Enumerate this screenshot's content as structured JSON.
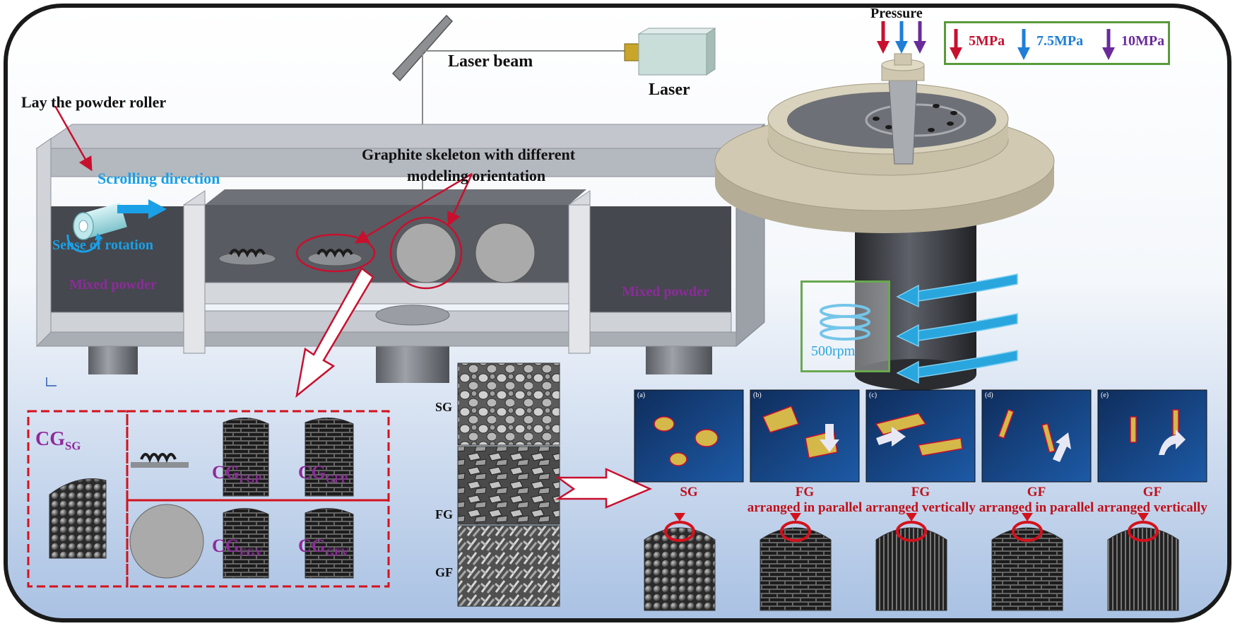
{
  "labels": {
    "laser_beam": "Laser beam",
    "laser": "Laser",
    "roller": "Lay the powder roller",
    "scroll": "Scrolling direction",
    "rotation": "Sense of rotation",
    "skeleton_line1": "Graphite skeleton with different",
    "skeleton_line2": "modeling orientation",
    "mixed_left": "Mixed powder",
    "mixed_right": "Mixed powder",
    "pressure": "Pressure",
    "rpm": "500rpm"
  },
  "pressure_legend": [
    {
      "value": "5MPa",
      "color": "#c8102e"
    },
    {
      "value": "7.5MPa",
      "color": "#1f7fd6"
    },
    {
      "value": "10MPa",
      "color": "#6a2b9a"
    }
  ],
  "cg_labels": {
    "sg": {
      "main": "CG",
      "sub": "SG"
    },
    "fgp": {
      "main": "CG",
      "sub": "FGP"
    },
    "gfp": {
      "main": "CG",
      "sub": "GFP"
    },
    "fgv": {
      "main": "CG",
      "sub": "FGV"
    },
    "gfv": {
      "main": "CG",
      "sub": "GFV"
    }
  },
  "sem_left_labels": [
    "SG",
    "FG",
    "GF"
  ],
  "sem_panels": [
    {
      "tag": "(a)",
      "line1": "SG",
      "line2": ""
    },
    {
      "tag": "(b)",
      "line1": "FG",
      "line2": "arranged in parallel"
    },
    {
      "tag": "(c)",
      "line1": "FG",
      "line2": "arranged vertically"
    },
    {
      "tag": "(d)",
      "line1": "GF",
      "line2": "arranged in parallel"
    },
    {
      "tag": "(e)",
      "line1": "GF",
      "line2": "arranged vertically"
    }
  ],
  "colors": {
    "frame": "#1a1a1a",
    "red_accent": "#d3121c",
    "blue_accent": "#1aa0e6",
    "purple_label": "#8e2a9c",
    "machine_gray": "#8b8f96",
    "disc_beige": "#cfc6ae"
  }
}
